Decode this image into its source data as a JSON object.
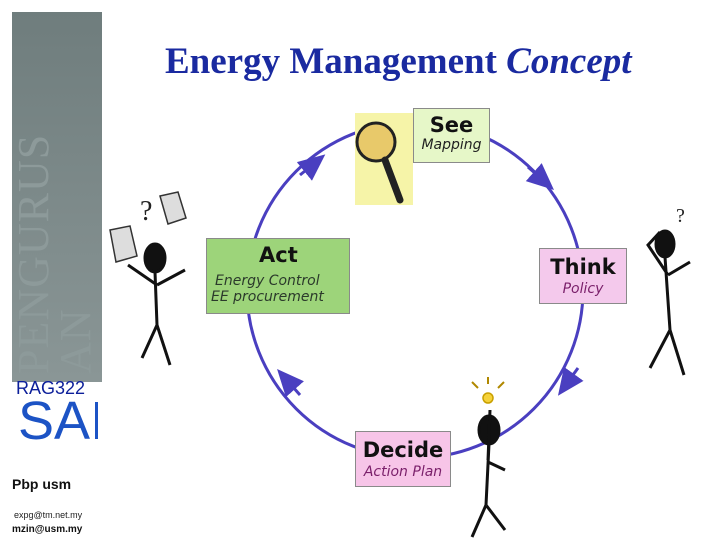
{
  "slide": {
    "title_main": "Energy Management",
    "title_italic": "Concept"
  },
  "sidebar": {
    "vertical_word_1": "PENGURUS",
    "vertical_word_2": "AN",
    "course_code": "RAG322",
    "school_word": "SAINS",
    "campus": "Pbp usm",
    "email_1": "expg@tm.net.my",
    "email_2": "mzin@usm.my",
    "band_color": "#7a8686"
  },
  "cycle": {
    "see": {
      "label": "See",
      "sub": "Mapping"
    },
    "think": {
      "label": "Think",
      "sub": "Policy"
    },
    "decide": {
      "label": "Decide",
      "sub": "Action Plan"
    },
    "act": {
      "label": "Act",
      "sub_1": "Energy Control",
      "sub_2": "EE procurement"
    },
    "ring_color": "#4a3fc0"
  },
  "illustrations": {
    "icons": [
      "magnifying-glass-icon",
      "thinking-figure-icon",
      "idea-figure-icon",
      "frustrated-figure-icon"
    ]
  }
}
